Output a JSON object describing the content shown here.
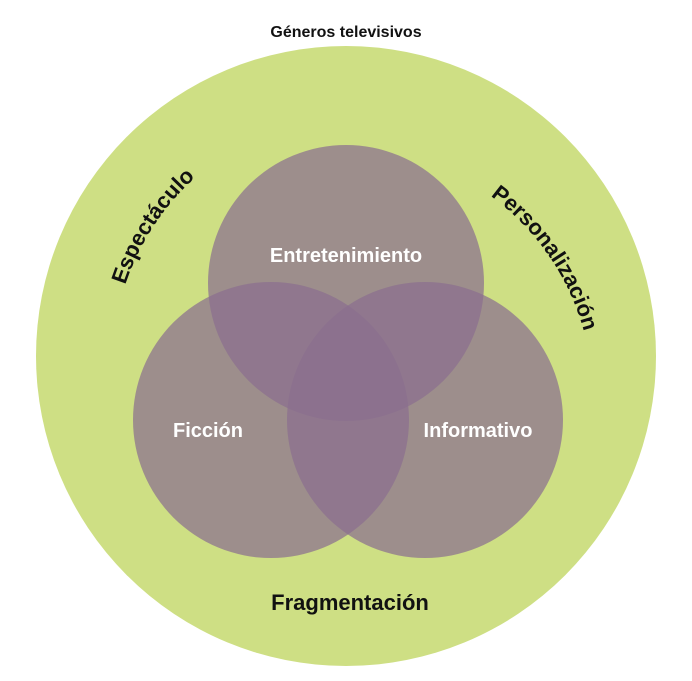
{
  "title": "Géneros televisivos",
  "colors": {
    "outer_ring": "#cedf84",
    "genre_circle": "#8a6f8f",
    "genre_circle_opacity": 0.72,
    "label_dark": "#111111",
    "label_light": "#ffffff"
  },
  "outer_labels": {
    "left": "Espectáculo",
    "right": "Personalización",
    "bottom": "Fragmentación"
  },
  "genres": {
    "top": "Entretenimiento",
    "left": "Ficción",
    "right": "Informativo"
  }
}
